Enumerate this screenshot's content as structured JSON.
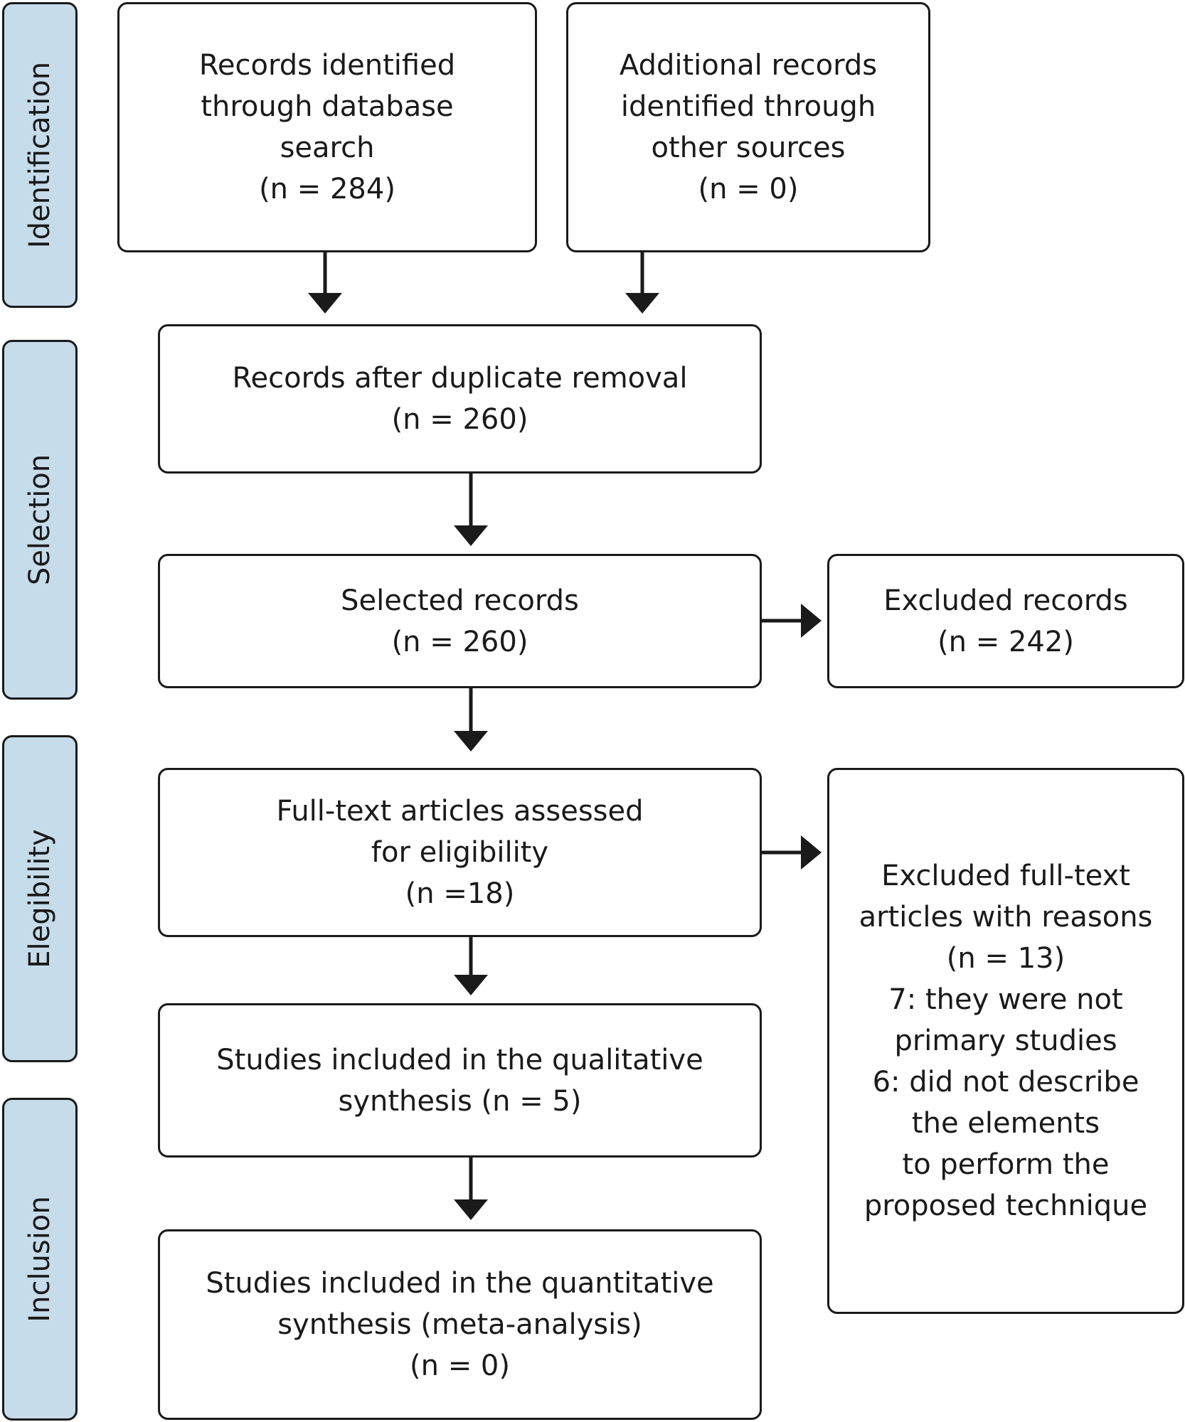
{
  "stages": {
    "identification": "Identification",
    "selection": "Selection",
    "eligibility": "Elegibility",
    "inclusion": "Inclusion"
  },
  "boxes": {
    "database_search": [
      "Records identified",
      "through database",
      "search",
      "(n = 284)"
    ],
    "other_sources": [
      "Additional records",
      "identified through",
      "other sources",
      "(n = 0)"
    ],
    "after_duplicates": [
      "Records after duplicate removal",
      "(n = 260)"
    ],
    "selected": [
      "Selected records",
      "(n = 260)"
    ],
    "excluded_records": [
      "Excluded records",
      "(n = 242)"
    ],
    "full_text": [
      "Full-text articles assessed",
      "for eligibility",
      "(n =18)"
    ],
    "excluded_full_text": [
      "Excluded full-text",
      "articles with reasons",
      "(n = 13)",
      "7: they were not",
      "primary studies",
      "6: did not describe",
      "the elements",
      "to perform the",
      "proposed technique"
    ],
    "qualitative": [
      "Studies included in the qualitative",
      "synthesis (n = 5)"
    ],
    "quantitative": [
      "Studies included in the quantitative",
      "synthesis (meta-analysis)",
      "(n = 0)"
    ]
  }
}
